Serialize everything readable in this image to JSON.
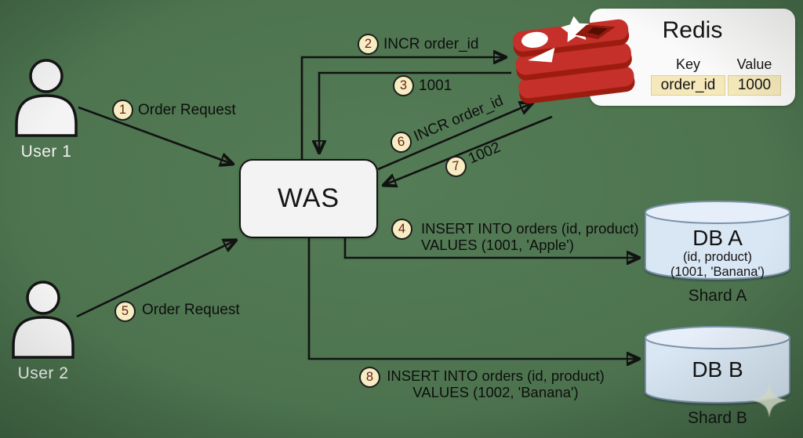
{
  "users": [
    {
      "label": "User 1"
    },
    {
      "label": "User 2"
    }
  ],
  "was": {
    "label": "WAS"
  },
  "redis": {
    "title": "Redis",
    "key_header": "Key",
    "value_header": "Value",
    "row_key": "order_id",
    "row_value": "1000"
  },
  "shard_a": {
    "db": "DB A",
    "schema": "(id, product)",
    "record": "(1001, 'Banana')",
    "label": "Shard A"
  },
  "shard_b": {
    "db": "DB B",
    "label": "Shard B"
  },
  "steps": [
    {
      "num": "1",
      "label": "Order Request"
    },
    {
      "num": "2",
      "label": "INCR order_id"
    },
    {
      "num": "3",
      "label": "1001"
    },
    {
      "num": "4",
      "line1": "INSERT INTO orders (id, product)",
      "line2": "VALUES (1001, 'Apple')"
    },
    {
      "num": "5",
      "label": "Order Request"
    },
    {
      "num": "6",
      "label": "INCR order_id"
    },
    {
      "num": "7",
      "label": "1002"
    },
    {
      "num": "8",
      "line1": "INSERT INTO orders (id, product)",
      "line2": "VALUES (1002, 'Banana')"
    }
  ],
  "colors": {
    "background": "#4d744f",
    "arrow": "#121212",
    "badge_fill": "#f7edc3",
    "badge_digit": "#6b2019",
    "redis_red": "#c5302a",
    "redis_dark_red": "#9c1d10",
    "cylinder_fill": "#d9e7f5",
    "cylinder_stroke": "#7d94ab",
    "table_cell_fill": "#f5e9bc"
  }
}
